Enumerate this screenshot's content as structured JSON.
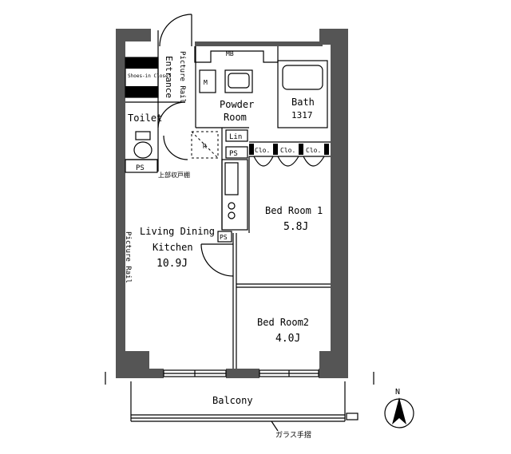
{
  "rooms": {
    "shoe_in_closet": "Shoes-in Closet",
    "entrance": "Entrance",
    "picture_rail_top": "Picture Rail",
    "mb": "MB",
    "powder_room_line1": "Powder",
    "powder_room_line2": "Room",
    "bath": "Bath",
    "bath_size": "1317",
    "toilet": "Toilet",
    "lin": "Lin",
    "r": "R",
    "ps": "PS",
    "clo": "Clo.",
    "upper_storage": "上部収戸棚",
    "bed1": "Bed Room 1",
    "bed1_size": "5.8J",
    "ldk_line1": "Living Dining",
    "ldk_line2": "Kitchen",
    "ldk_size": "10.9J",
    "picture_rail_left": "Picture Rail",
    "bed2": "Bed Room2",
    "bed2_size": "4.0J",
    "balcony": "Balcony",
    "glass_rail": "ガラス手摺",
    "north": "N",
    "m": "M"
  },
  "colors": {
    "wall": "#555555",
    "line": "#000000",
    "bg": "#ffffff"
  }
}
